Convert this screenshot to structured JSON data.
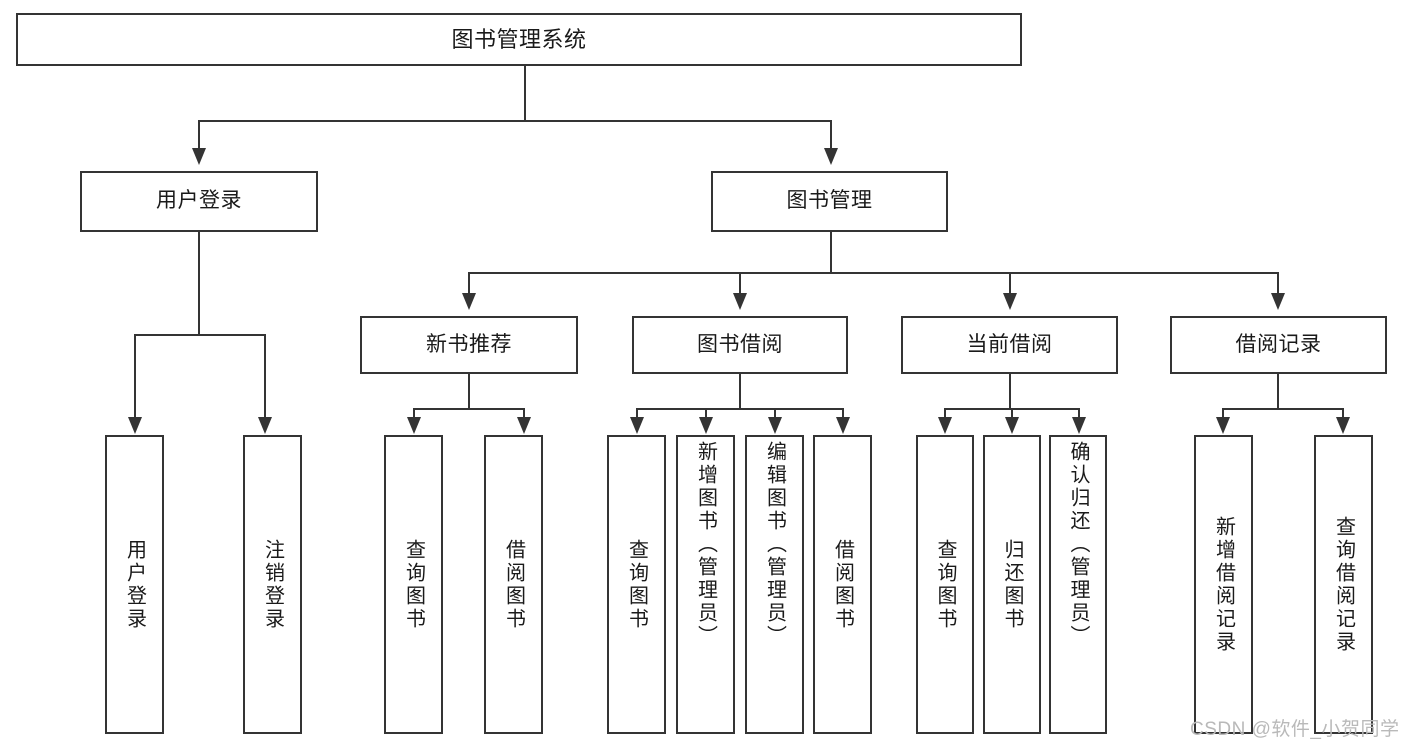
{
  "diagram": {
    "title": "图书管理系统",
    "type": "tree-hierarchy-diagram",
    "root": {
      "label": "图书管理系统"
    },
    "level2": [
      {
        "label": "用户登录"
      },
      {
        "label": "图书管理"
      }
    ],
    "level3": [
      {
        "label": "新书推荐"
      },
      {
        "label": "图书借阅"
      },
      {
        "label": "当前借阅"
      },
      {
        "label": "借阅记录"
      }
    ],
    "leaves": {
      "user_login": [
        {
          "label": "用户登录"
        },
        {
          "label": "注销登录"
        }
      ],
      "new_book_recommend": [
        {
          "label": "查询图书"
        },
        {
          "label": "借阅图书"
        }
      ],
      "book_borrow": [
        {
          "label": "查询图书"
        },
        {
          "label": "新增图书（管理员）"
        },
        {
          "label": "编辑图书（管理员）"
        },
        {
          "label": "借阅图书"
        }
      ],
      "current_borrow": [
        {
          "label": "查询图书"
        },
        {
          "label": "归还图书"
        },
        {
          "label": "确认归还（管理员）"
        }
      ],
      "borrow_record": [
        {
          "label": "新增借阅记录"
        },
        {
          "label": "查询借阅记录"
        }
      ]
    },
    "watermark": "CSDN @软件_小贺同学",
    "colors": {
      "stroke": "#343434",
      "background": "#ffffff",
      "text": "#1a1a1a",
      "watermark": "#b9b9b9"
    }
  }
}
